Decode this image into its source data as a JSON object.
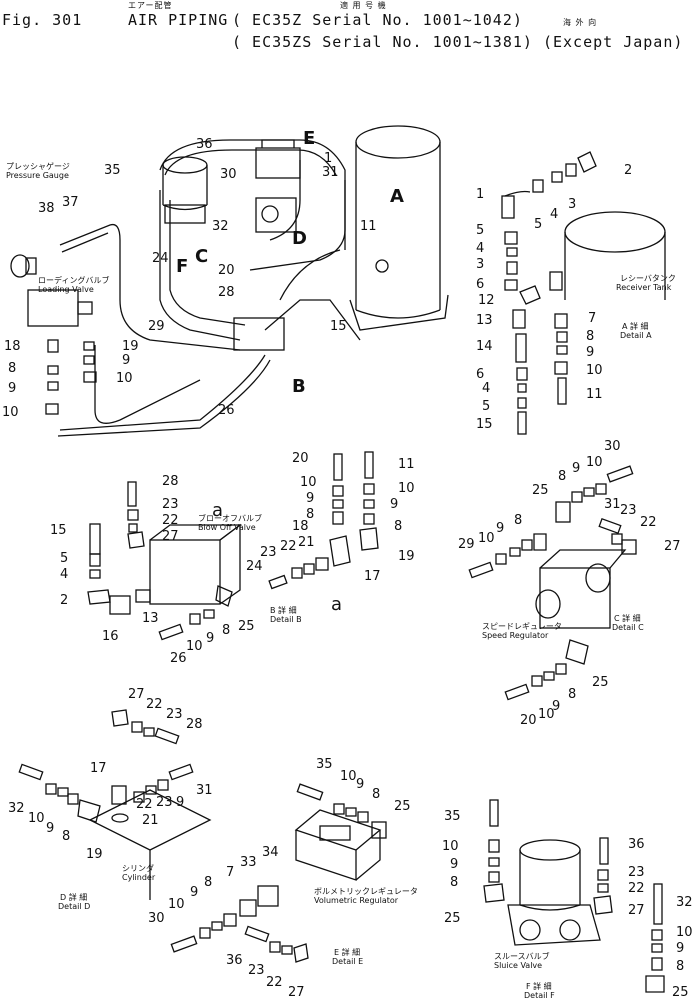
{
  "header": {
    "fig": "Fig. 301",
    "jp_title": "エアー配管",
    "title": "AIR PIPING",
    "jp_applicable": "適 用 号 機",
    "serial1": "( EC35Z  Serial No. 1001~1042)",
    "serial2": "( EC35ZS Serial No. 1001~1381) (Except Japan)",
    "jp_overseas": "海 外 向"
  },
  "labels": {
    "pressure_gauge_jp": "プレッシャゲージ",
    "pressure_gauge": "Pressure Gauge",
    "loading_valve_jp": "ローディングバルブ",
    "loading_valve": "Loading Valve",
    "receiver_tank_jp": "レシーバタンク",
    "receiver_tank": "Receiver Tank",
    "detail_a_jp": "A 詳 細",
    "detail_a": "Detail A",
    "blow_off_jp": "ブローオフバルブ",
    "blow_off": "Blow Off Valve",
    "detail_b_jp": "B 詳 細",
    "detail_b": "Detail B",
    "speed_reg_jp": "スピードレギュレータ",
    "speed_reg": "Speed Regulator",
    "detail_c_jp": "C 詳 細",
    "detail_c": "Detail C",
    "cylinder_jp": "シリンダ",
    "cylinder": "Cylinder",
    "detail_d_jp": "D 詳 細",
    "detail_d": "Detail D",
    "vol_reg_jp": "ボルメトリックレギュレータ",
    "vol_reg": "Volumetric Regulator",
    "detail_e_jp": "E 詳 細",
    "detail_e": "Detail E",
    "sluice_jp": "スルースバルブ",
    "sluice": "Sluice Valve",
    "detail_f_jp": "F 詳 細",
    "detail_f": "Detail F"
  },
  "view_letters": {
    "A": "A",
    "B": "B",
    "C": "C",
    "D": "D",
    "E": "E",
    "F": "F",
    "a": "a"
  },
  "part_numbers": [
    "1",
    "2",
    "3",
    "4",
    "5",
    "6",
    "7",
    "8",
    "9",
    "10",
    "11",
    "12",
    "13",
    "14",
    "15",
    "16",
    "17",
    "18",
    "19",
    "20",
    "21",
    "22",
    "23",
    "24",
    "25",
    "26",
    "27",
    "28",
    "29",
    "30",
    "31",
    "32",
    "33",
    "34",
    "35",
    "36",
    "37",
    "38"
  ]
}
